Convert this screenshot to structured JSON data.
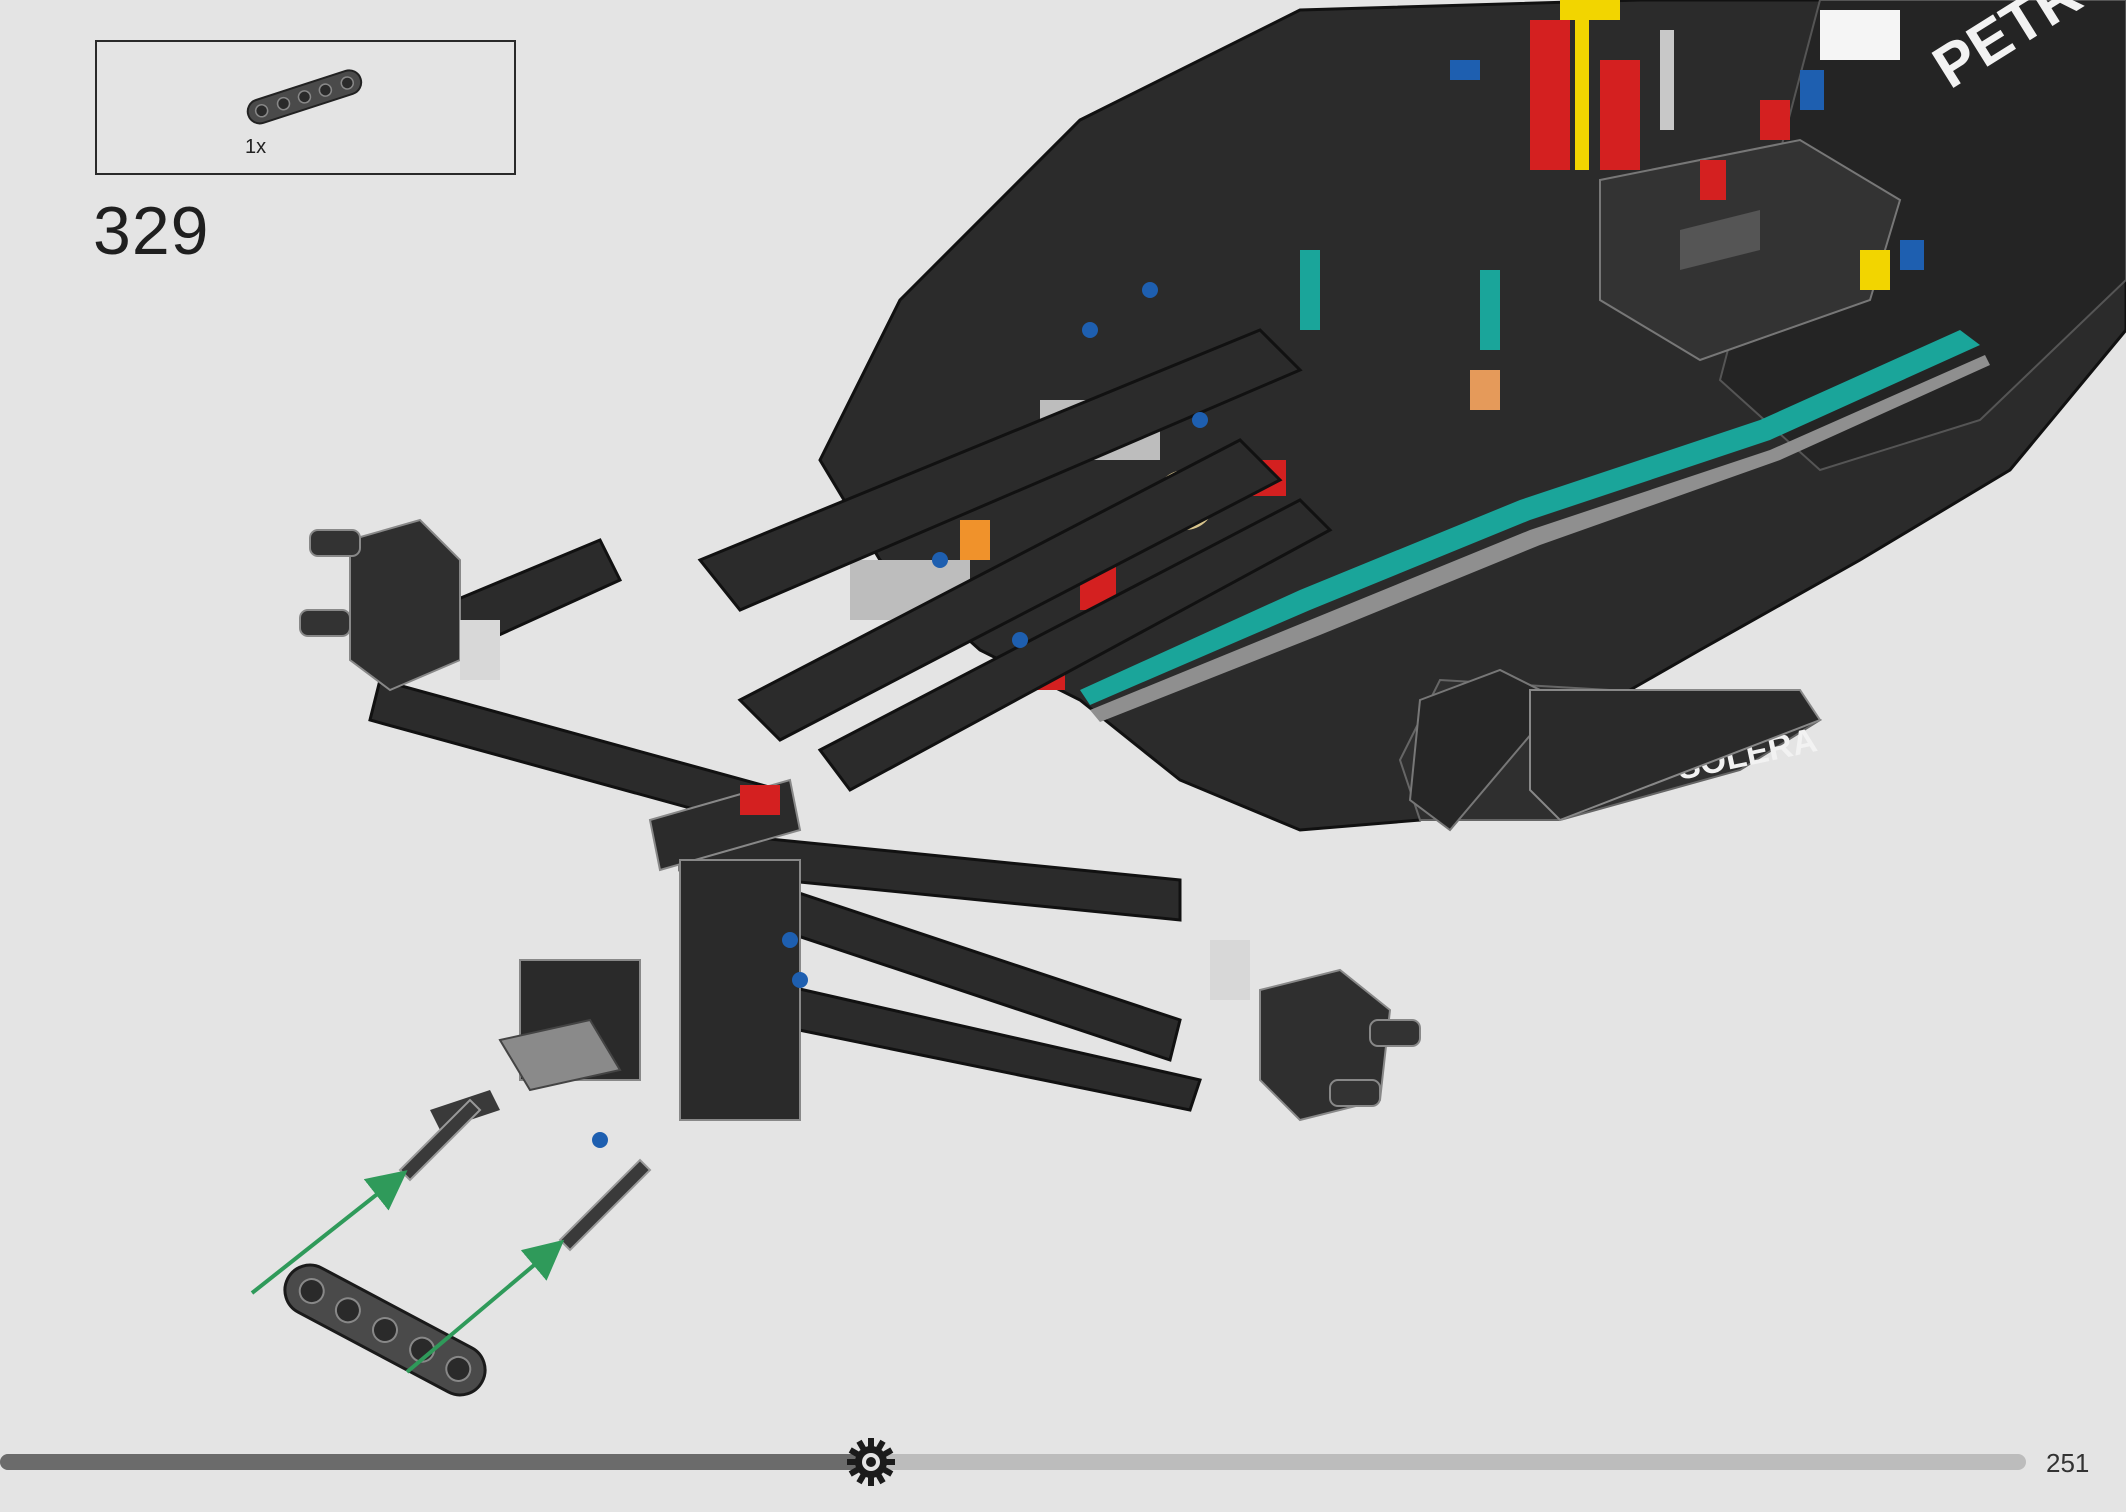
{
  "parts_box": {
    "quantity": "1x",
    "part_icon": "beam-5-icon"
  },
  "step": {
    "number": "329"
  },
  "model": {
    "sponsor_petronas": "PETR",
    "sponsor_solera": "SOLERA"
  },
  "progress": {
    "fraction": 0.43,
    "marker_icon": "gear-icon"
  },
  "page": {
    "number": "251"
  },
  "colors": {
    "background": "#e4e4e4",
    "model_black": "#2b2b2b",
    "teal_accent": "#1aa59a",
    "arrow_green": "#2f9a5a",
    "progress_fill": "#6b6b6b",
    "progress_track": "#bcbcbc"
  }
}
